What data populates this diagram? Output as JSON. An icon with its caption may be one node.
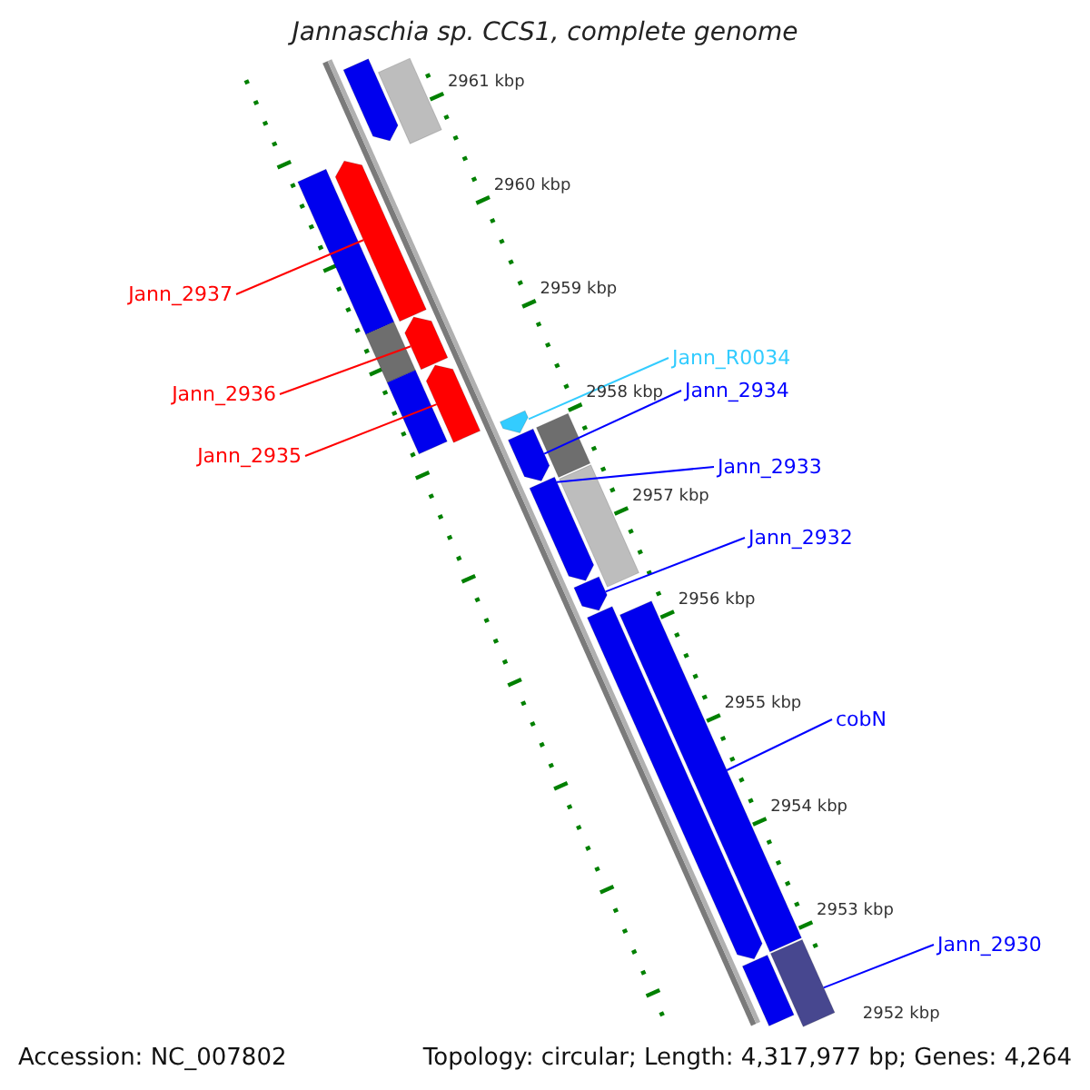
{
  "diagram": {
    "title": "Jannaschia sp. CCS1, complete genome",
    "nodes": [
      {
        "text": [
          "Jann_2937"
        ]
      },
      {
        "text": [
          "Jann_2936"
        ]
      },
      {
        "text": [
          "Jann_2935"
        ]
      },
      {
        "text": [],
        "shape": "bar"
      },
      {
        "text": [],
        "shape": "bar"
      },
      {
        "text": [],
        "shape": "bar"
      },
      {
        "text": [
          "Jann_R0034"
        ]
      },
      {
        "text": [
          "Jann_2934"
        ]
      },
      {
        "text": [
          "Jann_2933"
        ]
      },
      {
        "text": [
          "Jann_2932"
        ]
      },
      {
        "text": [
          "cobN"
        ]
      },
      {
        "text": [
          "Jann_2930"
        ]
      },
      {
        "text": [],
        "shape": "bar"
      },
      {
        "text": [],
        "shape": "bar"
      },
      {
        "text": [],
        "shape": "bar"
      },
      {
        "text": [],
        "shape": "bar"
      },
      {
        "text": [],
        "shape": "bar"
      },
      {
        "text": [],
        "shape": "bar"
      },
      {
        "text": [],
        "shape": "bar"
      },
      {
        "text": [],
        "shape": "bar"
      },
      {
        "text": [],
        "shape": "bar"
      },
      {
        "text": [],
        "shape": "bar"
      },
      {
        "text": [],
        "shape": "bar"
      },
      {
        "text": [],
        "shape": "bar"
      },
      {
        "text": [],
        "shape": "bar"
      },
      {
        "text": [],
        "shape": "bar"
      },
      {
        "text": [],
        "shape": "bar"
      }
    ],
    "edges": [
      {
        "from": 0,
        "to": 3,
        "arrow": "none",
        "color": "#ff0000"
      },
      {
        "from": 1,
        "to": 4,
        "arrow": "none",
        "color": "#ff0000"
      },
      {
        "from": 2,
        "to": 5,
        "arrow": "none",
        "color": "#ff0000"
      },
      {
        "from": 6,
        "to": 12,
        "arrow": "none",
        "color": "#33ccff"
      },
      {
        "from": 7,
        "to": 13,
        "arrow": "none"
      },
      {
        "from": 8,
        "to": 14,
        "arrow": "none"
      },
      {
        "from": 9,
        "to": 15,
        "arrow": "none"
      },
      {
        "from": 10,
        "to": 16,
        "arrow": "none"
      },
      {
        "from": 11,
        "to": 17,
        "arrow": "none"
      }
    ],
    "labels": [
      "2961 kbp",
      "2960 kbp",
      "2959 kbp",
      "2958 kbp",
      "2957 kbp",
      "2956 kbp",
      "2955 kbp",
      "2954 kbp",
      "2953 kbp",
      "2952 kbp",
      "Accession: NC_007802",
      "Topology: circular; Length: 4,317,977 bp; Genes: 4,264"
    ]
  }
}
